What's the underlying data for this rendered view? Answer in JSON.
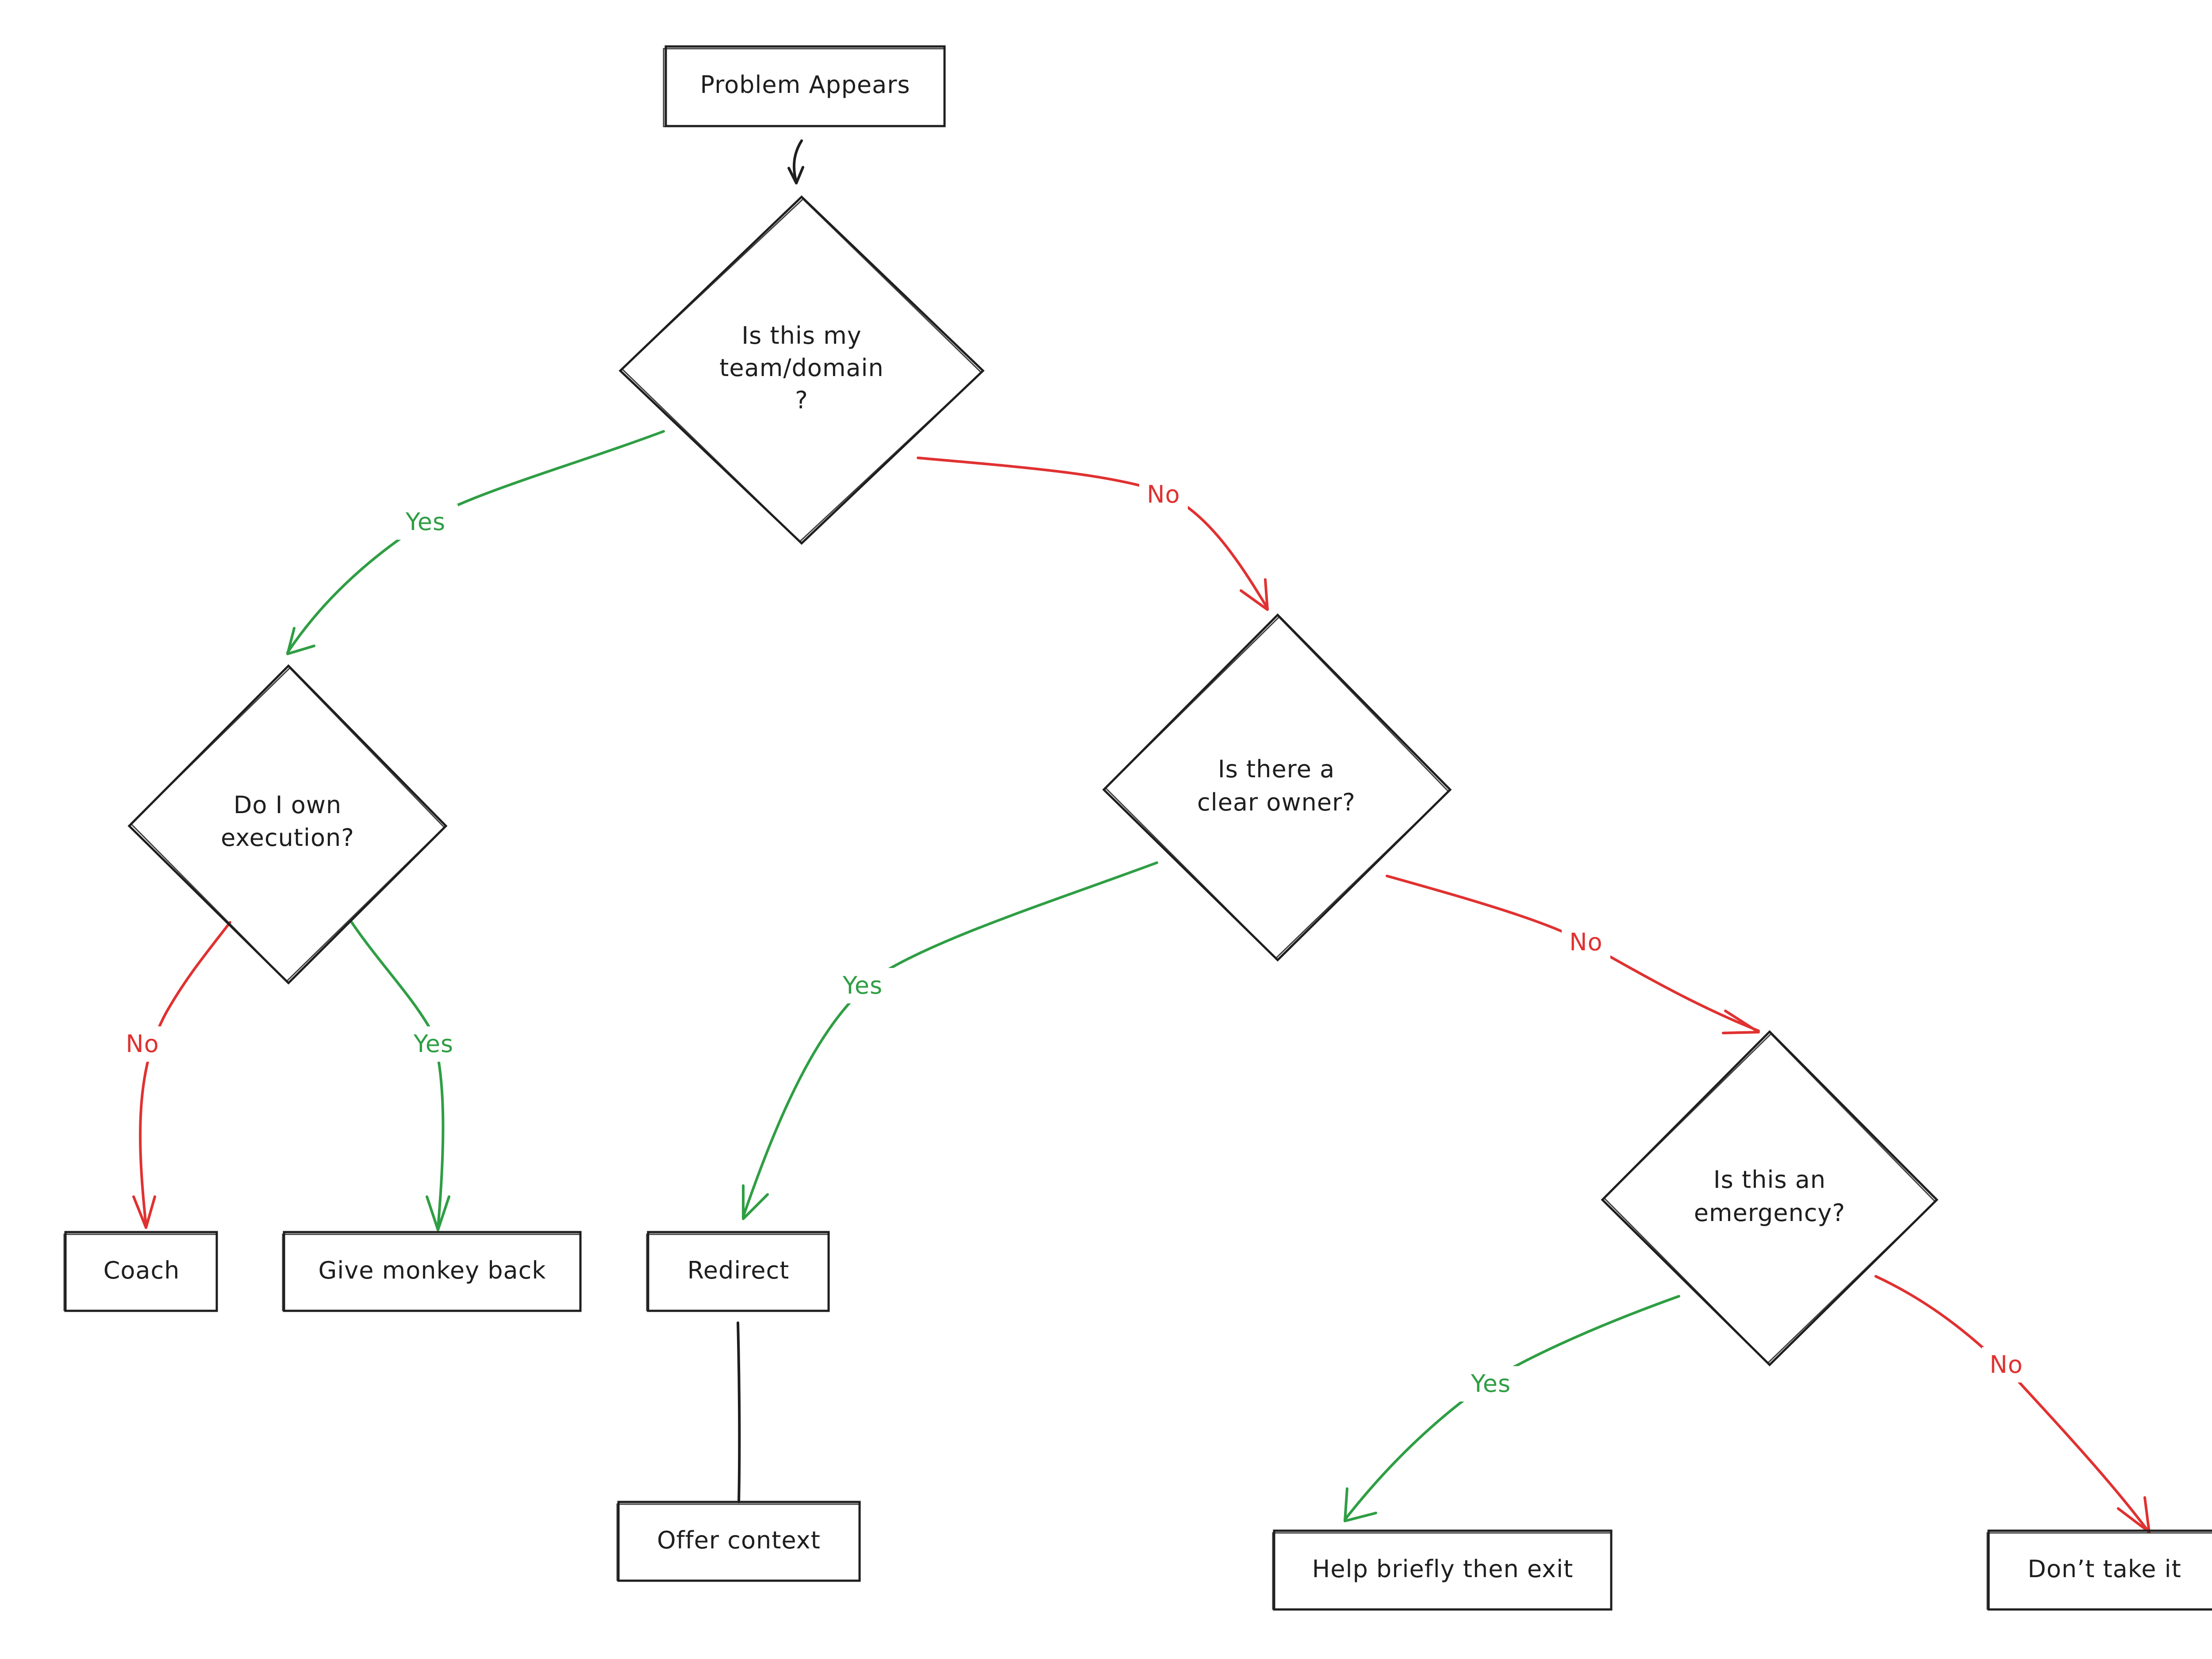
{
  "colors": {
    "ink": "#1e1e1e",
    "yes": "#2f9e44",
    "no": "#e03131"
  },
  "nodes": {
    "start": "Problem Appears",
    "q1": [
      "Is this my",
      "team/domain",
      "?"
    ],
    "q2": [
      "Do I own",
      "execution?"
    ],
    "q3": [
      "Is there a",
      "clear owner?"
    ],
    "q4": [
      "Is this an",
      "emergency?"
    ],
    "coach": "Coach",
    "give_back": "Give monkey back",
    "redirect": "Redirect",
    "offer_context": "Offer context",
    "help_briefly": "Help briefly then exit",
    "dont_take": "Don’t take it"
  },
  "edge_labels": {
    "yes": "Yes",
    "no": "No"
  }
}
